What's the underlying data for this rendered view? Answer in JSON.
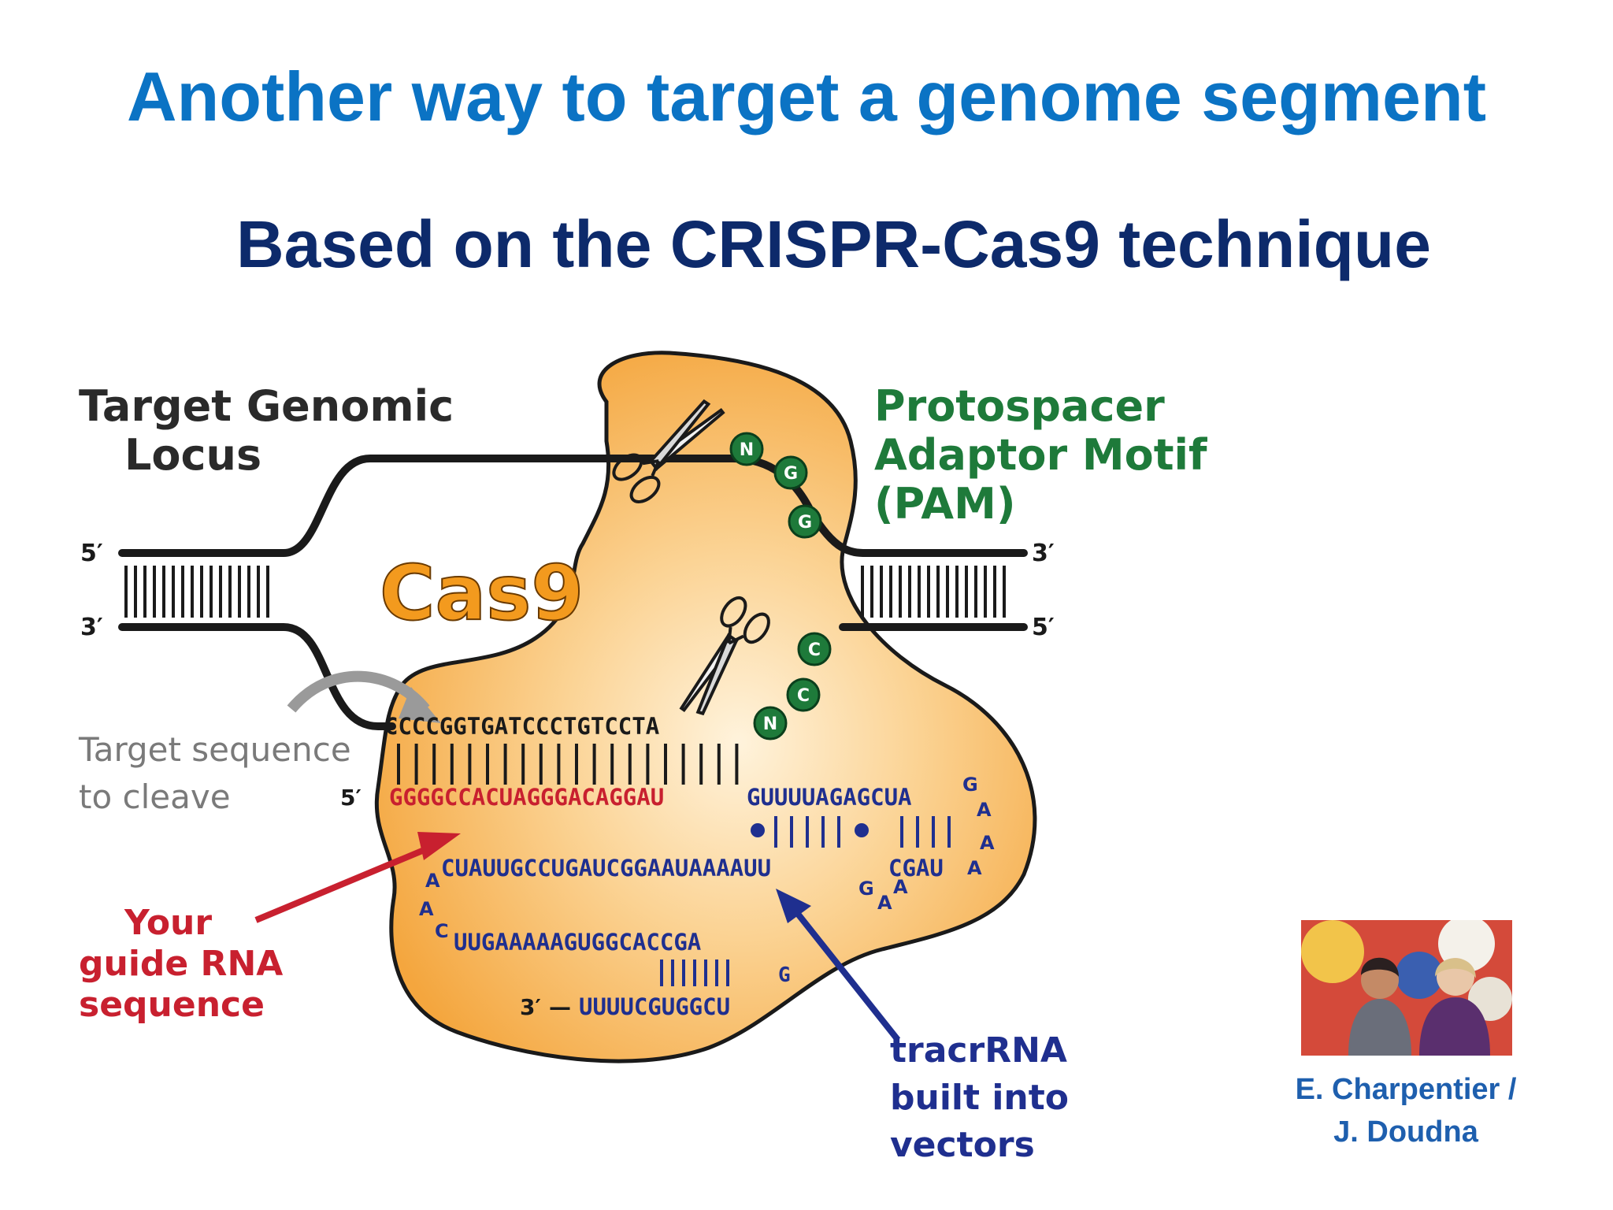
{
  "slide": {
    "title": "Another way to target a genome segment",
    "subtitle": "Based on the CRISPR-Cas9 technique"
  },
  "diagram": {
    "labels": {
      "target_locus_line1": "Target Genomic",
      "target_locus_line2": "Locus",
      "pam_line1": "Protospacer",
      "pam_line2": "Adaptor Motif",
      "pam_line3": "(PAM)",
      "cas9": "Cas9",
      "target_seq_line1": "Target sequence",
      "target_seq_line2": "to cleave",
      "guide_line1": "Your",
      "guide_line2": "guide RNA",
      "guide_line3": "sequence",
      "tracr_line1": "tracrRNA",
      "tracr_line2": "built into",
      "tracr_line3": "vectors"
    },
    "strand_ends": {
      "left_top": "5′",
      "left_bottom": "3′",
      "right_top": "3′",
      "right_bottom": "5′",
      "guide_5": "5′",
      "tracr_3": "3′"
    },
    "sequences": {
      "dna_target": "CCCCGGTGATCCCTGTCCTA",
      "guide_red": "GGGGCCACUAGGGACAGGAU",
      "guide_blue": "GUUUUAGAGCUA",
      "tracr_row1": "CUAUUGCCUGAUCGGAAUAAAAUU",
      "tracr_row1b": "CGAU",
      "tracr_row2": "UUGAAAAAGUGGCACCGA",
      "tracr_row3": "UUUUCGUGGCU",
      "loop_letters": [
        "G",
        "A",
        "A",
        "A",
        "A"
      ],
      "side_letters": [
        "A",
        "A",
        "C"
      ],
      "bottom_letters": [
        "G",
        "A",
        "A"
      ],
      "hairpin_g": "G"
    },
    "pam_top": [
      "N",
      "G",
      "G"
    ],
    "pam_bottom": [
      "C",
      "C",
      "N"
    ],
    "colors": {
      "cas9_fill": "#f6b14e",
      "cas9_text": "#f39a1e",
      "pam_green": "#1e7a3a",
      "guide_red": "#c8202f",
      "tracr_blue": "#1f2f8f",
      "arrow_grey": "#9a9a9a"
    }
  },
  "credit": {
    "line1": "E. Charpentier /",
    "line2": "J. Doudna"
  }
}
